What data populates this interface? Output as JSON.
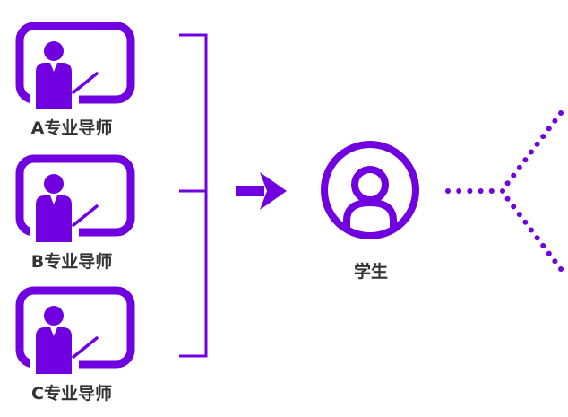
{
  "colors": {
    "accent": "#7000e0",
    "text": "#333333"
  },
  "mentors": [
    {
      "label": "A专业导师",
      "icon": "teacher-board-icon"
    },
    {
      "label": "B专业导师",
      "icon": "teacher-board-icon"
    },
    {
      "label": "C专业导师",
      "icon": "teacher-board-icon"
    }
  ],
  "student": {
    "label": "学生",
    "icon": "user-circle-icon"
  }
}
